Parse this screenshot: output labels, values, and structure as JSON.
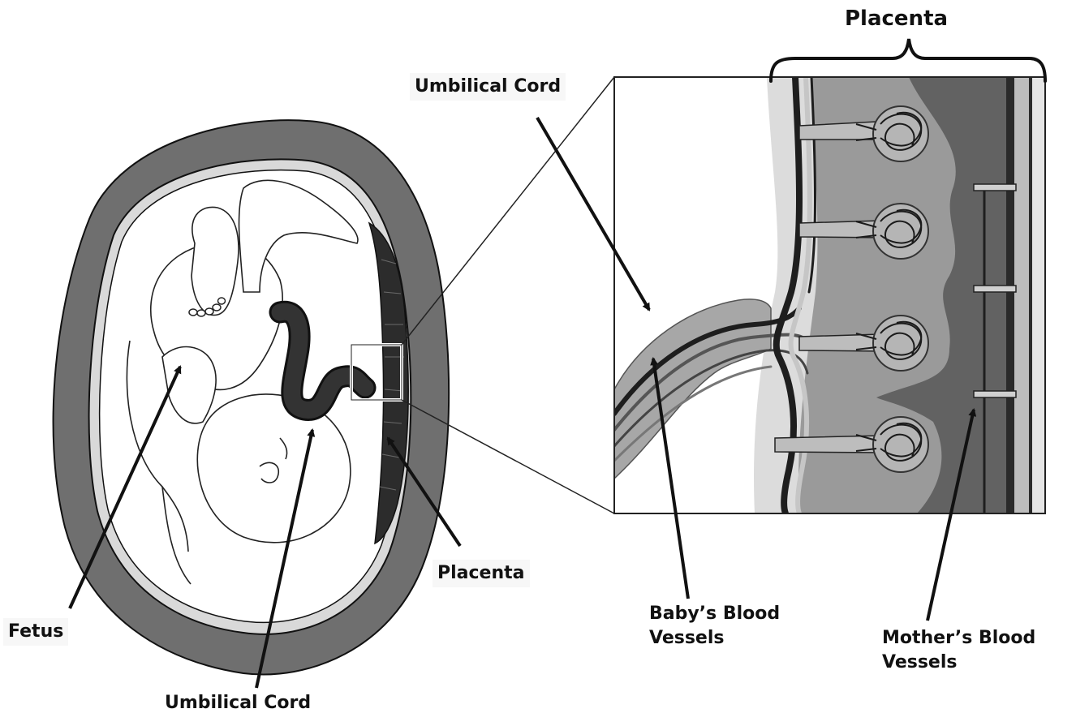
{
  "labels": {
    "placenta_top": "Placenta",
    "umbilical_cord_top": "Umbilical Cord",
    "placenta_side": "Placenta",
    "fetus": "Fetus",
    "umbilical_cord_bottom": "Umbilical Cord",
    "baby_vessels_line1": "Baby’s Blood",
    "baby_vessels_line2": "Vessels",
    "mother_vessels_line1": "Mother’s Blood",
    "mother_vessels_line2": "Vessels"
  },
  "colors": {
    "uterus_wall": "#6f6f6f",
    "placenta_dark": "#2c2c2c",
    "tissue_mid": "#9a9a9a",
    "tissue_light": "#c8c8c8",
    "maternal_pool": "#626262",
    "outline": "#111111"
  }
}
